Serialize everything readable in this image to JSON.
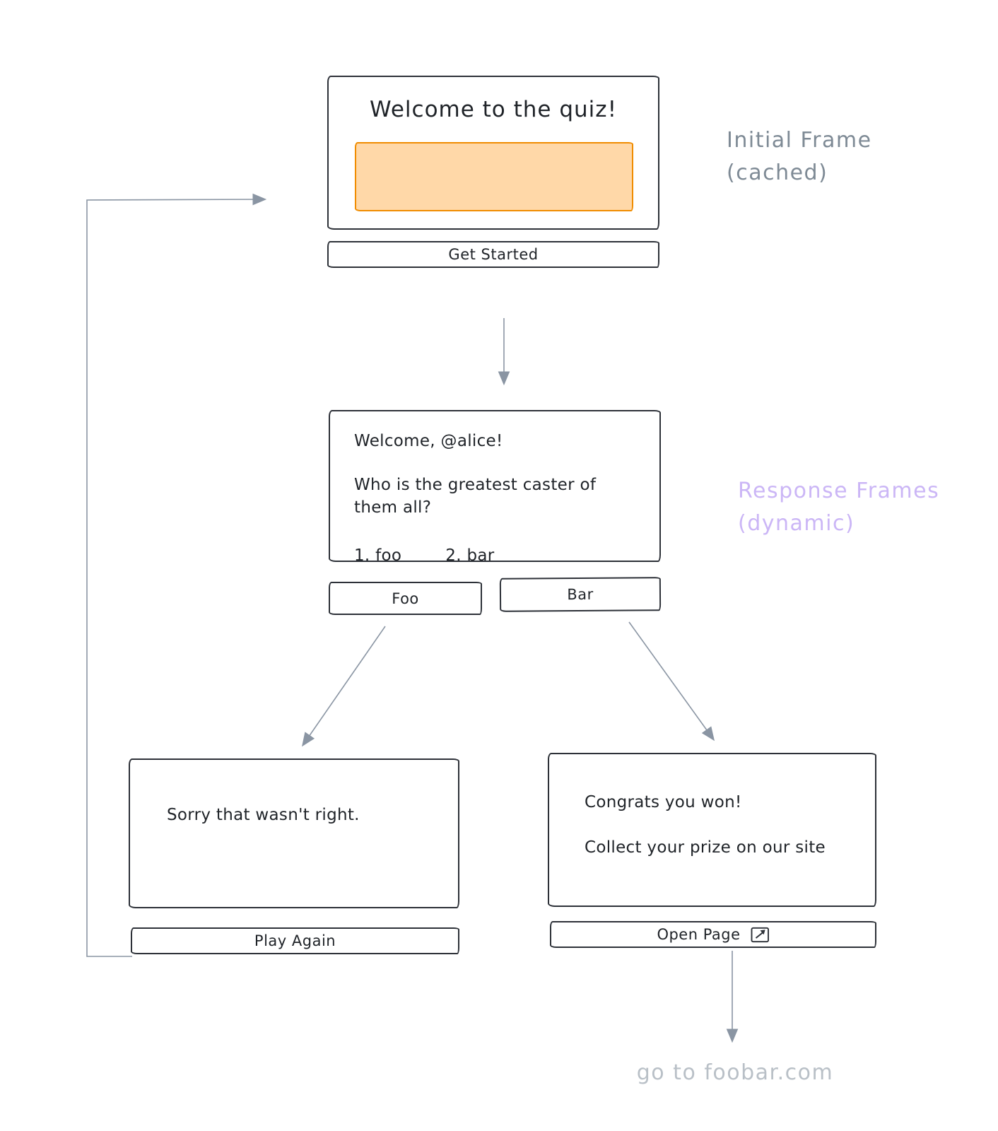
{
  "colors": {
    "ink": "#1f2328",
    "accent_orange_fill": "#ffd8a8",
    "accent_orange_border": "#f08c00",
    "annotation_gray": "#7e8a95",
    "annotation_purple": "#cbb6f6",
    "footer_gray": "#b9c0c7",
    "arrow_gray": "#8a95a3"
  },
  "initial_frame": {
    "title": "Welcome to the quiz!",
    "button_label": "Get Started"
  },
  "annotations": {
    "initial": {
      "line1": "Initial Frame",
      "line2": "(cached)"
    },
    "response": {
      "line1": "Response Frames",
      "line2": "(dynamic)"
    }
  },
  "question_frame": {
    "greeting": "Welcome, @alice!",
    "question": "Who is the greatest caster of them all?",
    "options": [
      "1. foo",
      "2. bar"
    ],
    "buttons": [
      "Foo",
      "Bar"
    ]
  },
  "wrong_frame": {
    "message": "Sorry that wasn't right.",
    "button_label": "Play Again"
  },
  "win_frame": {
    "message_line1": "Congrats you won!",
    "message_line2": "Collect your prize on our site",
    "button_label": "Open Page"
  },
  "footer": {
    "link_text": "go to foobar.com"
  }
}
